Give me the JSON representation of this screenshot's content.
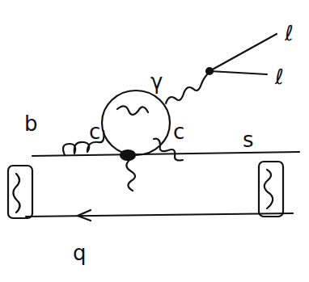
{
  "diagram": {
    "labels": [
      "b",
      "s",
      "c",
      "c",
      "γ",
      "ℓ",
      "ℓ",
      "q"
    ]
  }
}
